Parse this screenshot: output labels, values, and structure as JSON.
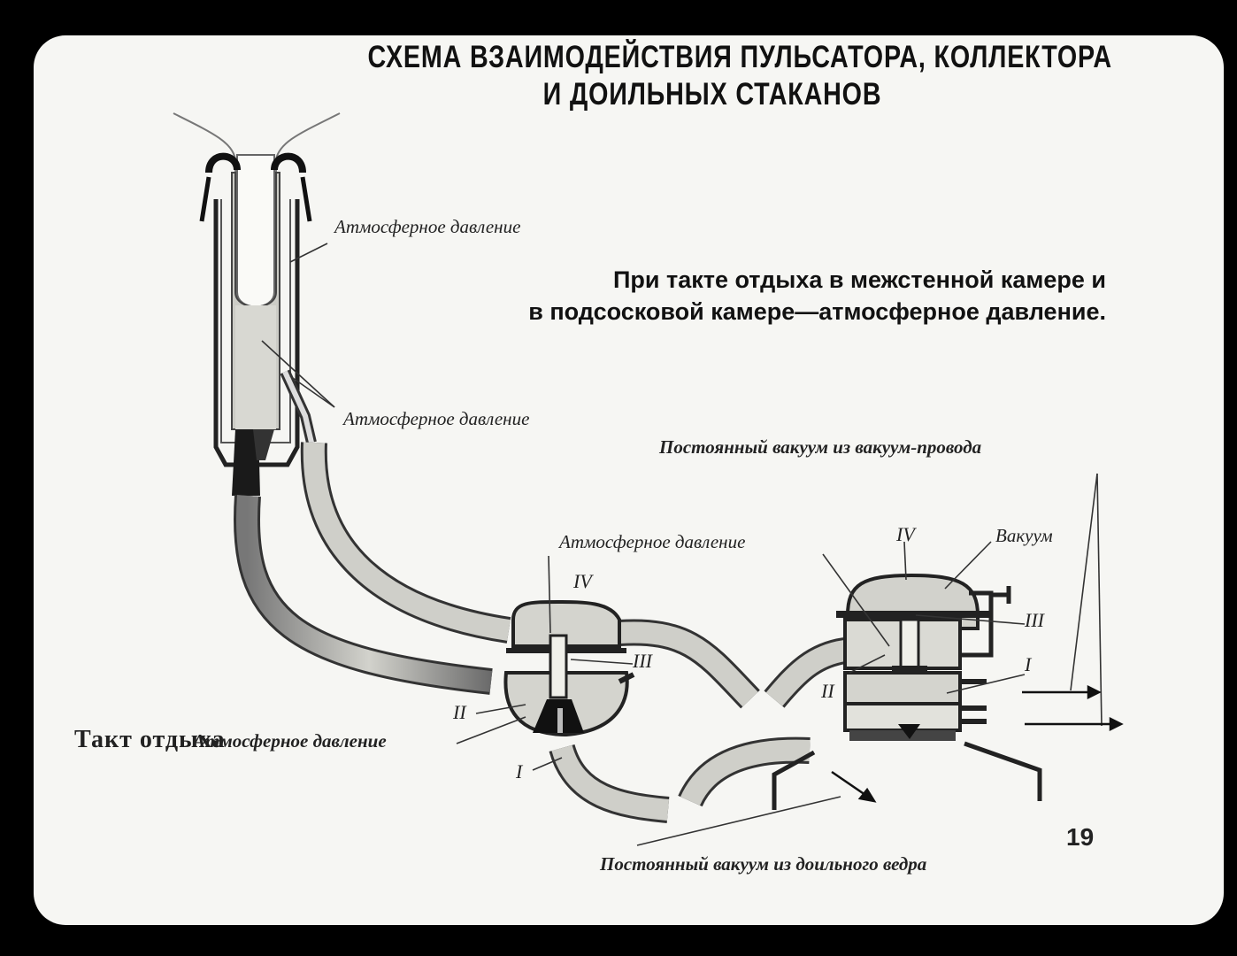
{
  "title": {
    "line1": "СХЕМА ВЗАИМОДЕЙСТВИЯ ПУЛЬСАТОРА, КОЛЛЕКТОРА",
    "line2": "И ДОИЛЬНЫХ СТАКАНОВ"
  },
  "note": {
    "line1": "При такте отдыха в межстенной камере и",
    "line2": "в подсосковой камере—атмосферное давление."
  },
  "labels": {
    "atm_wall": "Атмосферное давление",
    "atm_teat": "Атмосферное давление",
    "vacuum_line": "Постоянный вакуум из вакуум-провода",
    "atm_collector": "Атмосферное давление",
    "vacuum": "Вакуум",
    "atm_bottom": "Атмосферное давление",
    "vacuum_bucket": "Постоянный вакуум из доильного ведра"
  },
  "roman": {
    "collector_iv": "IV",
    "collector_iii": "III",
    "collector_ii": "II",
    "collector_i": "I",
    "pulsator_iv": "IV",
    "pulsator_iii": "III",
    "pulsator_ii": "II",
    "pulsator_i": "I"
  },
  "phase": "Такт отдыха",
  "page_number": "19"
}
